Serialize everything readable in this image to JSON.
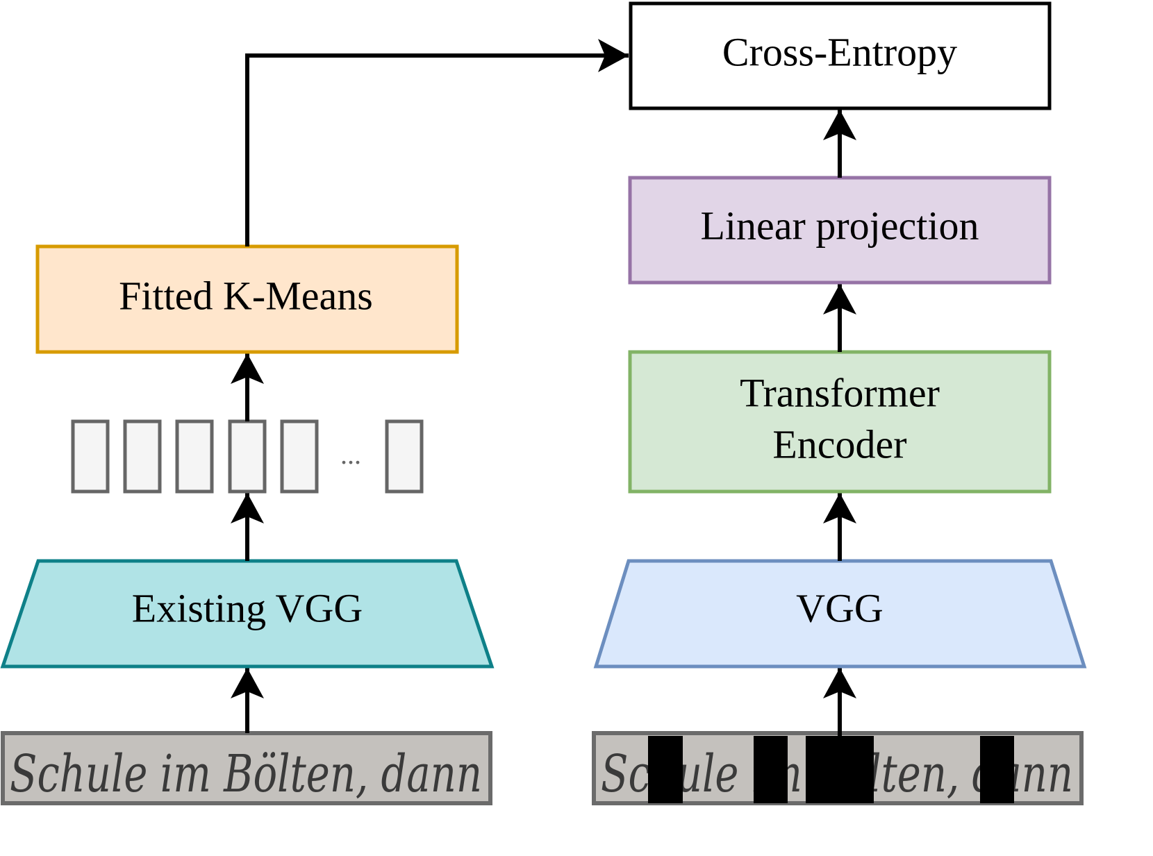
{
  "diagram": {
    "left_branch": {
      "input_image": {
        "name": "handwriting-line-image",
        "text_approx": "Schule im Bölten, dann"
      },
      "encoder": {
        "label": "Existing VGG",
        "fill": "#b0e3e6",
        "stroke": "#0e8088"
      },
      "features": {
        "count_shown": 6,
        "ellipsis": "...",
        "fill": "#f5f5f5",
        "stroke": "#666666"
      },
      "clustering": {
        "label": "Fitted K-Means",
        "fill": "#ffe6cc",
        "stroke": "#d79b00"
      }
    },
    "right_branch": {
      "input_image": {
        "name": "masked-handwriting-line-image",
        "masked_spans": 4
      },
      "encoder": {
        "label": "VGG",
        "fill": "#dae8fc",
        "stroke": "#6c8ebf"
      },
      "transformer": {
        "label_line1": "Transformer",
        "label_line2": "Encoder",
        "fill": "#d5e8d4",
        "stroke": "#82b366"
      },
      "projection": {
        "label": "Linear projection",
        "fill": "#e1d5e7",
        "stroke": "#9673a6"
      }
    },
    "loss": {
      "label": "Cross-Entropy",
      "fill": "#ffffff",
      "stroke": "#000000"
    },
    "edges": [
      {
        "from": "left-input-image",
        "to": "existing-vgg"
      },
      {
        "from": "existing-vgg",
        "to": "feature-sequence"
      },
      {
        "from": "feature-sequence",
        "to": "fitted-kmeans"
      },
      {
        "from": "fitted-kmeans",
        "to": "cross-entropy"
      },
      {
        "from": "right-input-image",
        "to": "vgg"
      },
      {
        "from": "vgg",
        "to": "transformer-encoder"
      },
      {
        "from": "transformer-encoder",
        "to": "linear-projection"
      },
      {
        "from": "linear-projection",
        "to": "cross-entropy"
      }
    ]
  }
}
